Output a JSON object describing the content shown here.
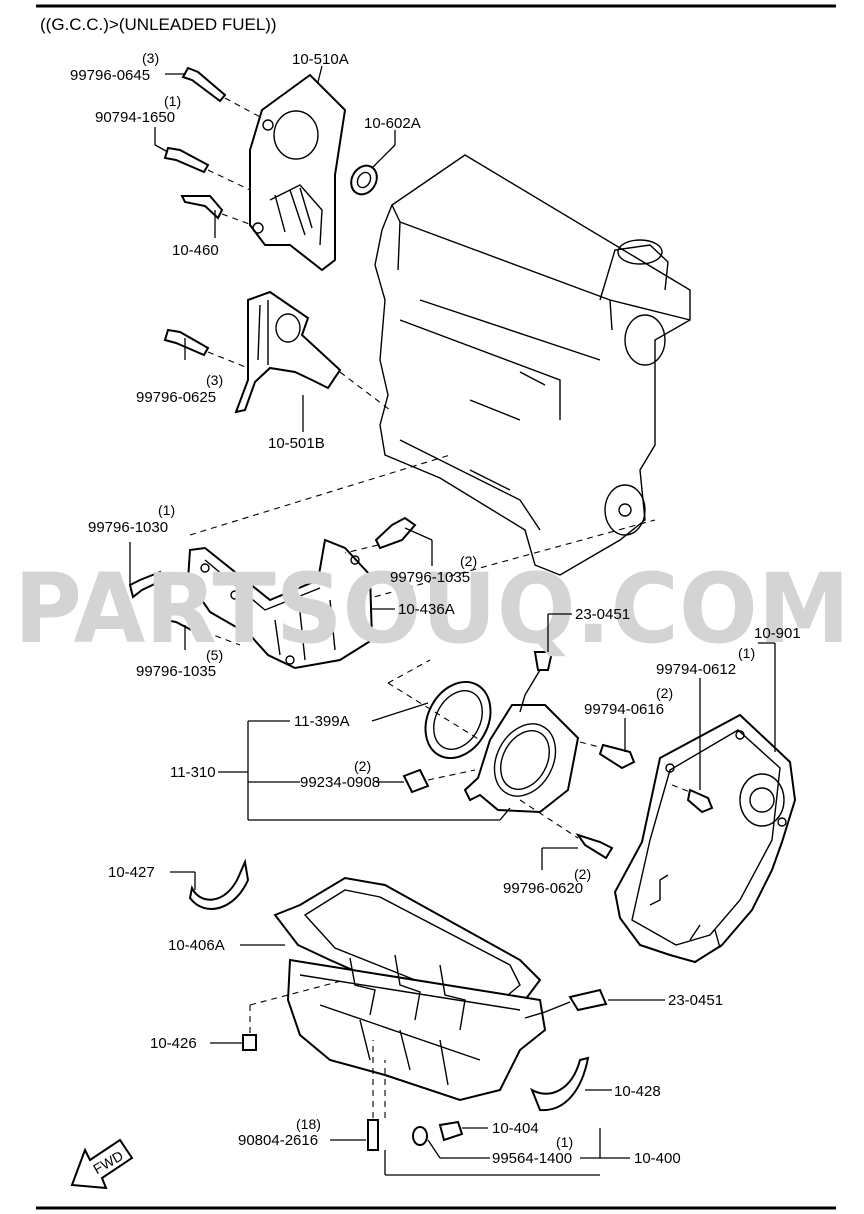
{
  "header": "((G.C.C.)>(UNLEADED FUEL))",
  "watermark": "PARTSOUQ.COM",
  "fwd_label": "FWD",
  "callouts": {
    "c_99796_0645": {
      "part": "99796-0645",
      "qty": "(3)"
    },
    "c_90794_1650": {
      "part": "90794-1650",
      "qty": "(1)"
    },
    "c_10_510a": {
      "part": "10-510A"
    },
    "c_10_602a": {
      "part": "10-602A"
    },
    "c_10_460": {
      "part": "10-460"
    },
    "c_99796_0625": {
      "part": "99796-0625",
      "qty": "(3)"
    },
    "c_10_501b": {
      "part": "10-501B"
    },
    "c_99796_1030": {
      "part": "99796-1030",
      "qty": "(1)"
    },
    "c_99796_1035_a": {
      "part": "99796-1035",
      "qty": "(2)"
    },
    "c_10_436a": {
      "part": "10-436A"
    },
    "c_99796_1035_b": {
      "part": "99796-1035",
      "qty": "(5)"
    },
    "c_23_0451_a": {
      "part": "23-0451"
    },
    "c_10_901": {
      "part": "10-901"
    },
    "c_99794_0612": {
      "part": "99794-0612",
      "qty": "(1)"
    },
    "c_99794_0616": {
      "part": "99794-0616",
      "qty": "(2)"
    },
    "c_11_399a": {
      "part": "11-399A"
    },
    "c_11_310": {
      "part": "11-310"
    },
    "c_99234_0908": {
      "part": "99234-0908",
      "qty": "(2)"
    },
    "c_99796_0620": {
      "part": "99796-0620",
      "qty": "(2)"
    },
    "c_10_427": {
      "part": "10-427"
    },
    "c_10_406a": {
      "part": "10-406A"
    },
    "c_23_0451_b": {
      "part": "23-0451"
    },
    "c_10_426": {
      "part": "10-426"
    },
    "c_10_428": {
      "part": "10-428"
    },
    "c_90804_2616": {
      "part": "90804-2616",
      "qty": "(18)"
    },
    "c_10_404": {
      "part": "10-404"
    },
    "c_99564_1400": {
      "part": "99564-1400",
      "qty": "(1)"
    },
    "c_10_400": {
      "part": "10-400"
    }
  }
}
